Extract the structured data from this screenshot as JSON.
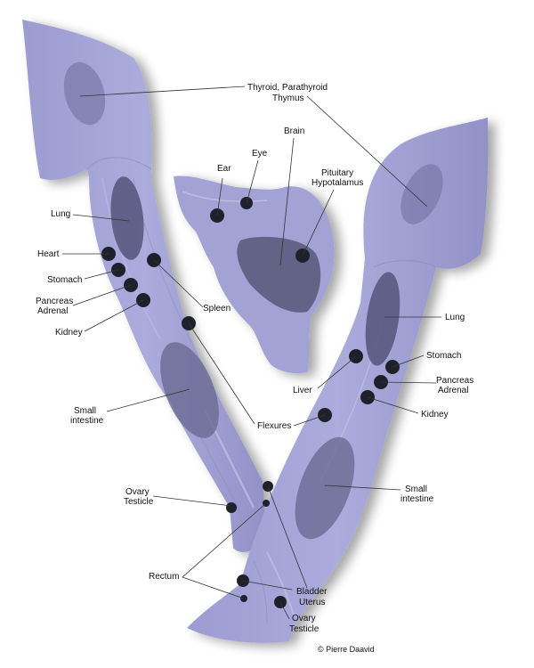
{
  "title": "Foot reflexology chart",
  "colors": {
    "foot": "#a6a6d6",
    "foot_dark": "#8d8dc4",
    "organ": "#5a5a78",
    "point": "#20202c",
    "line": "#333333"
  },
  "labels": {
    "thyroid": [
      "Thyroid, Parathyroid",
      "Thymus"
    ],
    "brain": "Brain",
    "eye": "Eye",
    "ear": "Ear",
    "pituitary": [
      "Pituitary",
      "Hypotalamus"
    ],
    "left_lung": "Lung",
    "heart": "Heart",
    "left_stomach": "Stomach",
    "left_pancreas": [
      "Pancreas",
      "Adrenal"
    ],
    "left_kidney": "Kidney",
    "spleen": "Spleen",
    "left_small_intestine": [
      "Small",
      "intestine"
    ],
    "flexures": "Flexures",
    "right_lung": "Lung",
    "liver": "Liver",
    "right_stomach": "Stomach",
    "right_pancreas": [
      "Pancreas",
      "Adrenal"
    ],
    "right_kidney": "Kidney",
    "right_small_intestine": [
      "Small",
      "intestine"
    ],
    "left_ovary": [
      "Ovary",
      "Testicle"
    ],
    "rectum": "Rectum",
    "bladder": [
      "Bladder",
      "Uterus"
    ],
    "right_ovary": [
      "Ovary",
      "Testicle"
    ]
  },
  "copyright": "© Pierre Daavid"
}
